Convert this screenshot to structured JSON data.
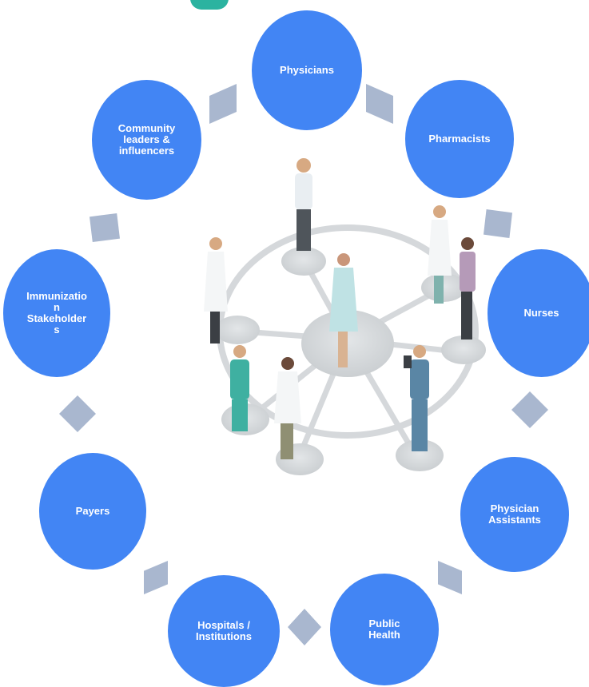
{
  "diagram": {
    "colors": {
      "node_fill": "#4285f4",
      "connector_fill": "#a9b7cf",
      "node_text": "#ffffff",
      "accent_tab": "#2bb3a0"
    },
    "center_image": "healthcare-network-illustration",
    "nodes": [
      {
        "id": "physicians",
        "label": "Physicians"
      },
      {
        "id": "pharmacists",
        "label": "Pharmacists"
      },
      {
        "id": "nurses",
        "label": "Nurses"
      },
      {
        "id": "physician-assistants",
        "label": "Physician\nAssistants"
      },
      {
        "id": "public-health",
        "label": "Public\nHealth"
      },
      {
        "id": "hospitals",
        "label": "Hospitals /\nInstitutions"
      },
      {
        "id": "payers",
        "label": "Payers"
      },
      {
        "id": "immunization",
        "label": "Immunizatio\nn\nStakeholder\ns"
      },
      {
        "id": "community",
        "label": "Community\nleaders &\ninfluencers"
      }
    ]
  }
}
